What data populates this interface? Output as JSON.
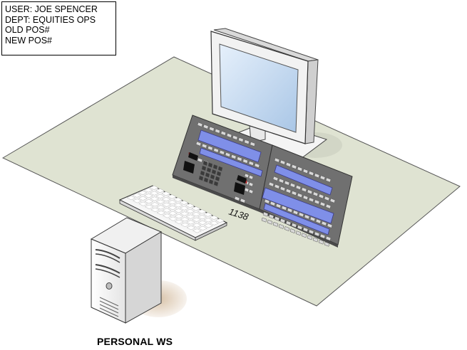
{
  "info": {
    "user": "USER: JOE SPENCER",
    "dept": "DEPT:  EQUITIES OPS",
    "old_pos": "OLD POS#",
    "new_pos": "NEW POS#"
  },
  "turret_number": "1138",
  "caption": "PERSONAL WS",
  "colors": {
    "desk": "#dfe3d2",
    "turret": "#707070",
    "display": "#7f8fe8",
    "red_key": "#e03030",
    "monitor": "#f2f2f2",
    "screen": "#c6dcf2"
  },
  "icons": {
    "monitor": "monitor-icon",
    "turret": "trading-turret-icon",
    "keyboard": "keyboard-icon",
    "tower": "desktop-tower-icon"
  }
}
